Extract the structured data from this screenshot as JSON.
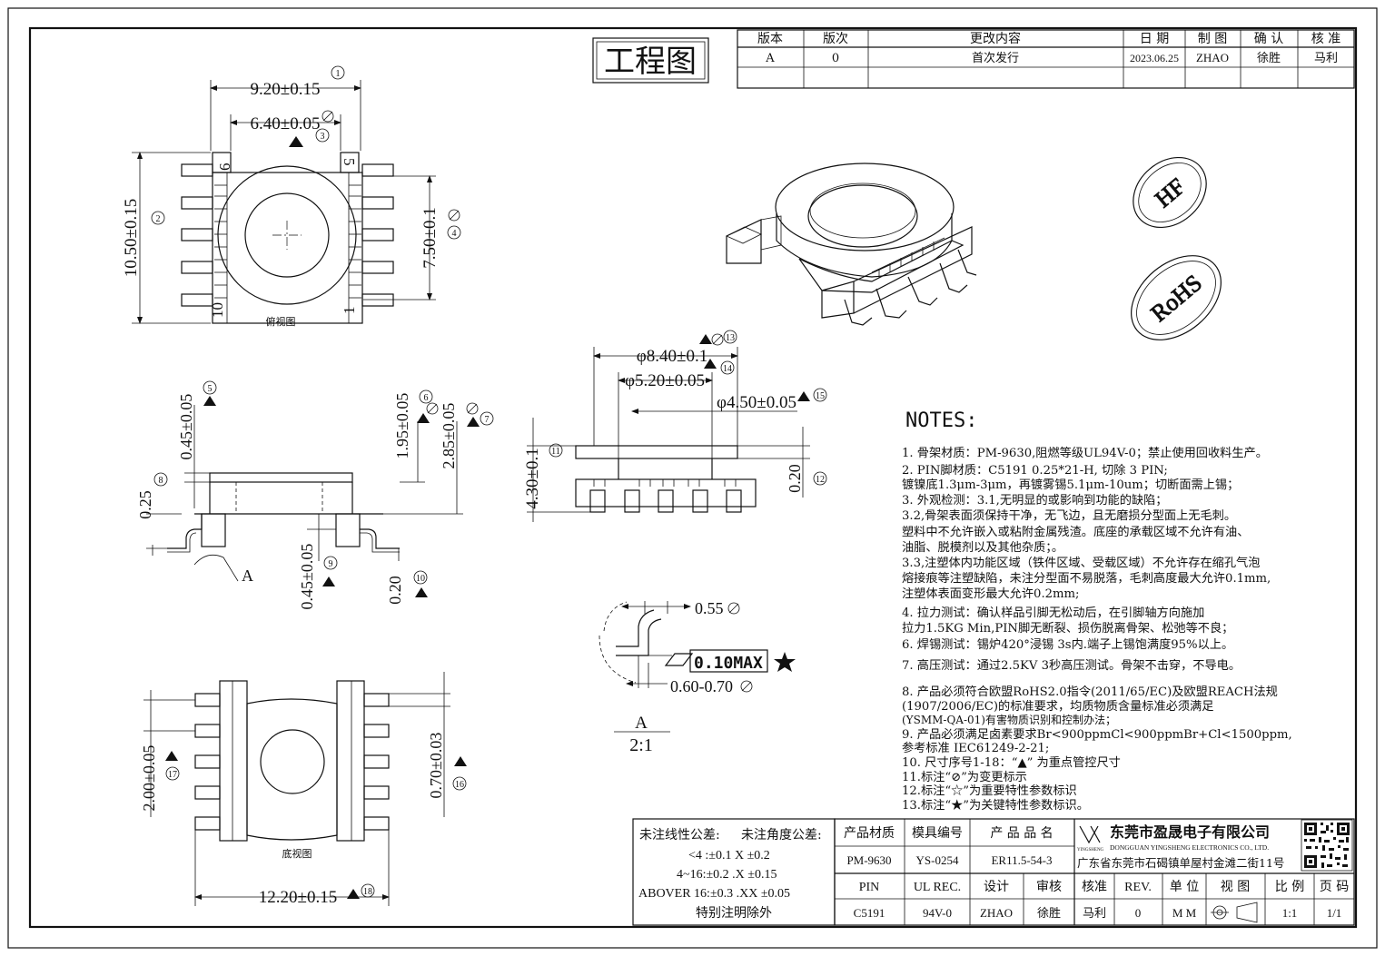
{
  "title_block": {
    "label": "工程图"
  },
  "revision_table": {
    "headers": [
      "版本",
      "版次",
      "更改内容",
      "日 期",
      "制 图",
      "确 认",
      "核 准"
    ],
    "rows": [
      [
        "A",
        "0",
        "首次发行",
        "2023.06.25",
        "ZHAO",
        "徐胜",
        "马利"
      ],
      [
        "",
        "",
        "",
        "",
        "",
        "",
        ""
      ]
    ]
  },
  "stamps": {
    "hf": "HF",
    "rohs": "RoHS"
  },
  "top_view": {
    "caption": "俯视图",
    "dim_width": "9.20±0.15",
    "dim_width_no": "1",
    "dim_inner": "6.40±0.05",
    "dim_inner_no": "3",
    "dim_height": "10.50±0.15",
    "dim_height_no": "2",
    "dim_hole": "7.50±0.1",
    "dim_hole_no": "4",
    "pin_labels": [
      "6",
      "5",
      "10",
      "1"
    ]
  },
  "side_view": {
    "dims": [
      {
        "text": "0.45±0.05",
        "no": "5"
      },
      {
        "text": "1.95±0.05",
        "no": "6"
      },
      {
        "text": "2.85±0.05",
        "no": "7"
      },
      {
        "text": "0.25",
        "no": "8"
      },
      {
        "text": "0.45±0.05",
        "no": "9"
      },
      {
        "text": "0.20",
        "no": "10"
      }
    ],
    "detail_label": "A"
  },
  "front_view": {
    "dims": [
      {
        "text": "φ8.40±0.1",
        "no": "13"
      },
      {
        "text": "φ5.20±0.05",
        "no": "14"
      },
      {
        "text": "φ4.50±0.05",
        "no": "15"
      },
      {
        "text": "4.30±0.1",
        "no": "11"
      },
      {
        "text": "0.20",
        "no": "12"
      }
    ]
  },
  "detail_a": {
    "dim_top": "0.55",
    "flatness": "0.10MAX",
    "dim_bottom": "0.60-0.70",
    "label": "A",
    "scale": "2:1"
  },
  "bottom_view": {
    "caption": "底视图",
    "dim_pitch": "2.00±0.05",
    "dim_pitch_no": "17",
    "dim_pin": "0.70±0.03",
    "dim_pin_no": "16",
    "dim_width": "12.20±0.15",
    "dim_width_no": "18"
  },
  "notes": {
    "heading": "NOTES:",
    "items": [
      "1.  骨架材质：PM-9630,阻燃等级UL94V-0；禁止使用回收料生产。",
      "2.  PIN脚材质：C5191 0.25*21-H,   切除 3 PIN;",
      "     镀镍底1.3μm-3μm，再镀雾锡5.1μm-10um；切断面需上锡；",
      "3.  外观检测：3.1,无明显的或影响到功能的缺陷；",
      "      3.2,骨架表面须保持干净，无飞边，且无磨损分型面上无毛刺。",
      "       塑料中不允许嵌入或粘附金属残渣。底座的承载区域不允许有油、",
      "       油脂、脱模剂以及其他杂质；。",
      "      3.3,注塑体内功能区域（铁件区域、受载区域）不允许存在缩孔气泡",
      "       熔接痕等注塑缺陷，未注分型面不易脱落，毛刺高度最大允许0.1mm,",
      "       注塑体表面变形最大允许0.2mm;",
      "4.  拉力测试：确认样品引脚无松动后，在引脚轴方向施加",
      "       拉力1.5KG Min,PIN脚无断裂、损伤脱离骨架、松弛等不良；",
      "6.  焊锡测试：锡炉420°浸锡 3s内.端子上锡饱满度95%以上。",
      "7.  高压测试：通过2.5KV 3秒高压测试。骨架不击穿，不导电。",
      "8.  产品必须符合欧盟RoHS2.0指令(2011/65/EC)及欧盟REACH法规",
      "     (1907/2006/EC)的标准要求，均质物质含量标准必须满足",
      "     (YSMM-QA-01)有害物质识别和控制办法；",
      "9.  产品必须满足卤素要求Br<900ppmCl<900ppmBr+Cl<1500ppm,",
      "     参考标准 IEC61249-2-21;",
      "10.  尺寸序号1-18：“▲”  为重点管控尺寸",
      "11.标注“⊘”为变更标示",
      "12.标注“☆”为重要特性参数标识",
      "13.标注“★”为关键特性参数标识。"
    ]
  },
  "tolerance": {
    "linear_head": "未注线性公差:",
    "angle_head": "未注角度公差:",
    "lines": [
      "<4 :±0.1  X ±0.2",
      "4~16:±0.2  .X ±0.15",
      "ABOVER 16:±0.3  .XX ±0.05"
    ],
    "footer": "特别注明除外"
  },
  "info_table": {
    "row1_labels": [
      "产品材质",
      "模具编号",
      "产 品 品 名"
    ],
    "row1_values": [
      "PM-9630",
      "YS-0254",
      "ER11.5-54-3"
    ],
    "row2_labels": [
      "PIN",
      "UL REC.",
      "设计",
      "审核",
      "核准",
      "REV.",
      "单 位",
      "视 图",
      "比 例",
      "页 码"
    ],
    "row3_values": [
      "C5191",
      "94V-0",
      "ZHAO",
      "徐胜",
      "马利",
      "0",
      "M M",
      "",
      "1:1",
      "1/1"
    ],
    "company_cn": "东莞市盈晟电子有限公司",
    "company_en": "DONGGUAN YINGSHENG ELECTRONICS CO., LTD.",
    "address": "广东省东莞市石碣镇单屋村金滩二街11号",
    "logo_text": "YINGSHENG"
  }
}
